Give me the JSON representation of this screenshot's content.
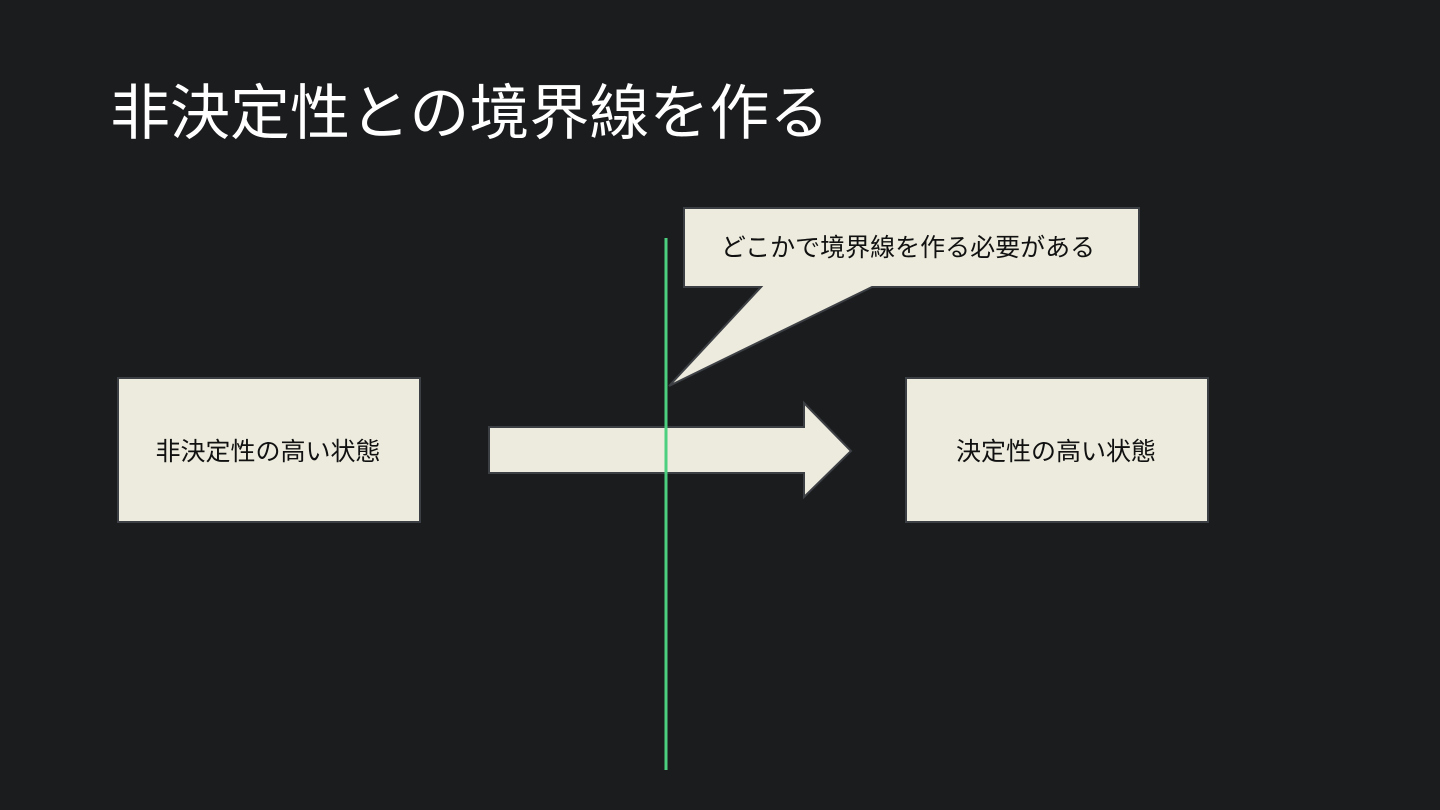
{
  "slide": {
    "title": "非決定性との境界線を作る"
  },
  "diagram": {
    "left_box": {
      "label": "非決定性の高い状態"
    },
    "right_box": {
      "label": "決定性の高い状態"
    },
    "callout": {
      "label": "どこかで境界線を作る必要がある"
    },
    "colors": {
      "background": "#1b1c1e",
      "shape_fill": "#edebdd",
      "shape_stroke": "#3c3f44",
      "boundary_line": "#4ccf7e",
      "title_text": "#ffffff",
      "shape_text": "#111111"
    }
  }
}
